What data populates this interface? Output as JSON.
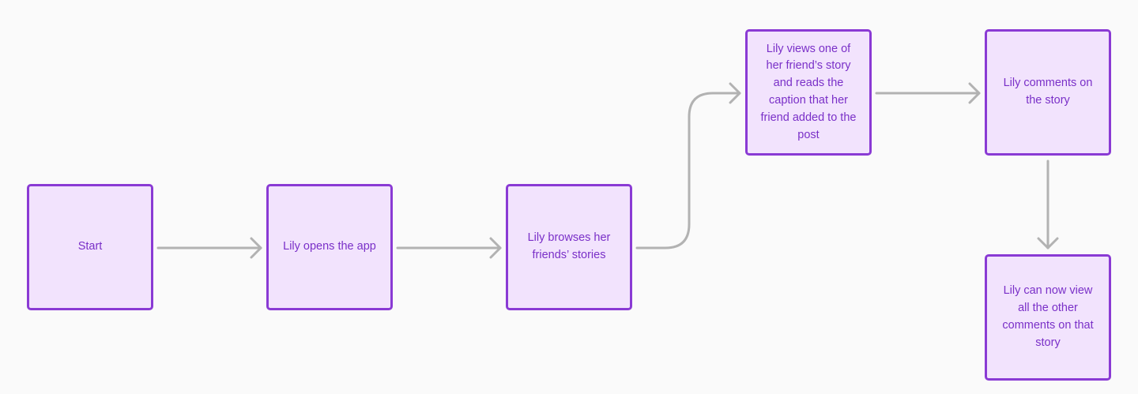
{
  "colors": {
    "background": "#fafafa",
    "node_fill": "#f2e3fd",
    "node_border": "#8a3ad4",
    "node_text": "#7a30c8",
    "edge": "#b2b2b2"
  },
  "nodes": [
    {
      "id": "start",
      "label": "Start"
    },
    {
      "id": "open-app",
      "label": "Lily opens the app"
    },
    {
      "id": "browse-stories",
      "label": "Lily browses her friends’ stories"
    },
    {
      "id": "view-story",
      "label": "Lily views one of her friend’s story and reads the caption that her friend added to the post"
    },
    {
      "id": "comment",
      "label": "Lily comments on the story"
    },
    {
      "id": "view-comments",
      "label": "Lily can now view all the other comments on that story"
    }
  ],
  "edges": [
    {
      "from": "start",
      "to": "open-app"
    },
    {
      "from": "open-app",
      "to": "browse-stories"
    },
    {
      "from": "browse-stories",
      "to": "view-story"
    },
    {
      "from": "view-story",
      "to": "comment"
    },
    {
      "from": "comment",
      "to": "view-comments"
    }
  ]
}
